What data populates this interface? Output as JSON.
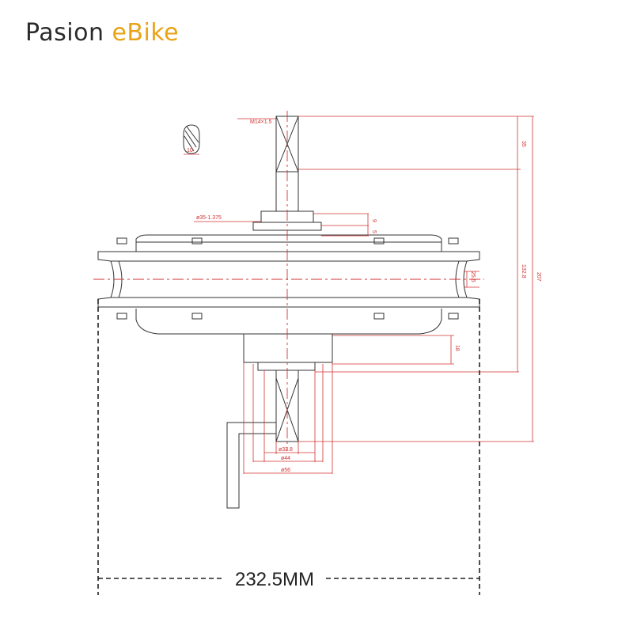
{
  "logo": {
    "brand": "Pasion",
    "accent": "eBike",
    "accent_color": "#e8a317"
  },
  "dimensions": {
    "thread": "M14×1.5",
    "flat": "10",
    "shaft_diameter": "ø35-1.375",
    "d9": "9",
    "d5": "5",
    "d35": "35",
    "d132": "132.8",
    "d207": "207",
    "d25": "25.5",
    "d18": "18",
    "d32": "ø32.8",
    "d44": "ø44",
    "d56": "ø56",
    "overall_width": "232.5MM"
  },
  "colors": {
    "outline": "#333333",
    "dimension": "#d23232"
  }
}
